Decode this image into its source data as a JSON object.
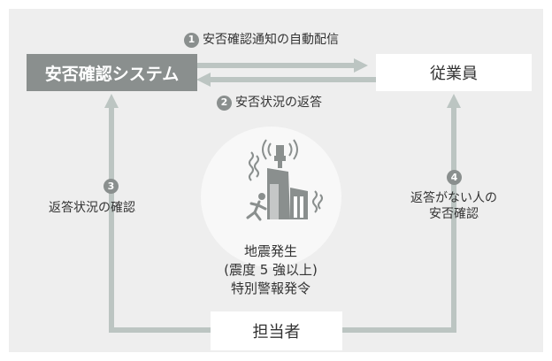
{
  "nodes": {
    "system": "安否確認システム",
    "employee": "従業員",
    "staff": "担当者"
  },
  "steps": [
    {
      "num": "1",
      "label": "安否確認通知の自動配信"
    },
    {
      "num": "2",
      "label": "安否状況の返答"
    },
    {
      "num": "3",
      "label": "返答状況の確認"
    },
    {
      "num": "4",
      "label_line1": "返答がない人の",
      "label_line2": "安否確認"
    }
  ],
  "event": {
    "line1": "地震発生",
    "line2": "(震度 5 強以上)",
    "line3": "特別警報発令"
  },
  "colors": {
    "background": "#eeeeee",
    "accent": "#8a8f8e",
    "arrow": "#bcc5c2",
    "box": "#ffffff",
    "icon": "#8a8f8e"
  },
  "icons": [
    "broadcast-tower-icon",
    "buildings-icon",
    "running-person-icon",
    "shaking-lines-icon"
  ]
}
